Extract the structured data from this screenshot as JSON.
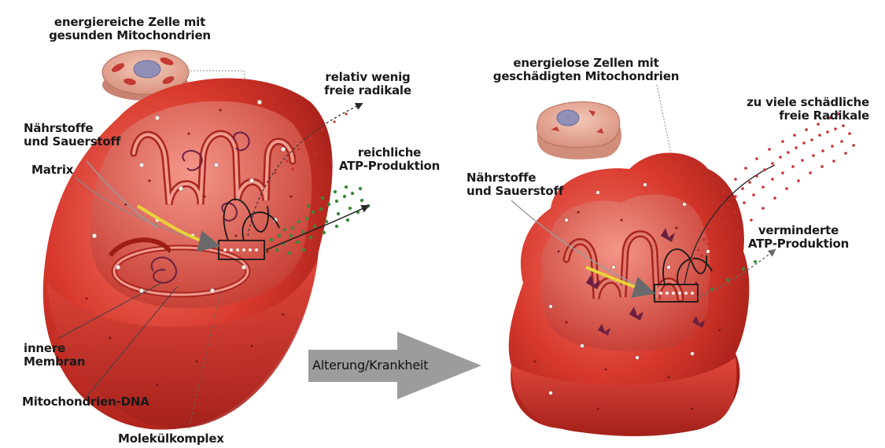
{
  "left_cell": {
    "title_line1": "energiereiche Zelle mit",
    "title_line2": "gesunden Mitochondrien",
    "radicals_line1": "relativ wenig",
    "radicals_line2": "freie radikale",
    "nutrients_line1": "Nährstoffe",
    "nutrients_line2": "und Sauerstoff",
    "atp_line1": "reichliche",
    "atp_line2": "ATP-Produktion",
    "matrix": "Matrix",
    "membrane_line1": "innere",
    "membrane_line2": "Membran",
    "dna": "Mitochondrien-DNA",
    "complex": "Molekülkomplex"
  },
  "transition": {
    "label": "Alterung/Krankheit"
  },
  "right_cell": {
    "title_line1": "energielose Zellen mit",
    "title_line2": "geschädigten Mitochondrien",
    "radicals_line1": "zu viele schädliche",
    "radicals_line2": "freie Radikale",
    "nutrients_line1": "Nährstoffe",
    "nutrients_line2": "und Sauerstoff",
    "atp_line1": "verminderte",
    "atp_line2": "ATP-Produktion"
  },
  "colors": {
    "membrane_outer": "#cc2a22",
    "membrane_dark": "#9a1c18",
    "membrane_light": "#e8605a",
    "atp_dots": "#3a8a3a",
    "radical_dots": "#c83030",
    "nutrient_arrow": "#e8d23a",
    "transition_arrow": "#9a9a9a"
  }
}
